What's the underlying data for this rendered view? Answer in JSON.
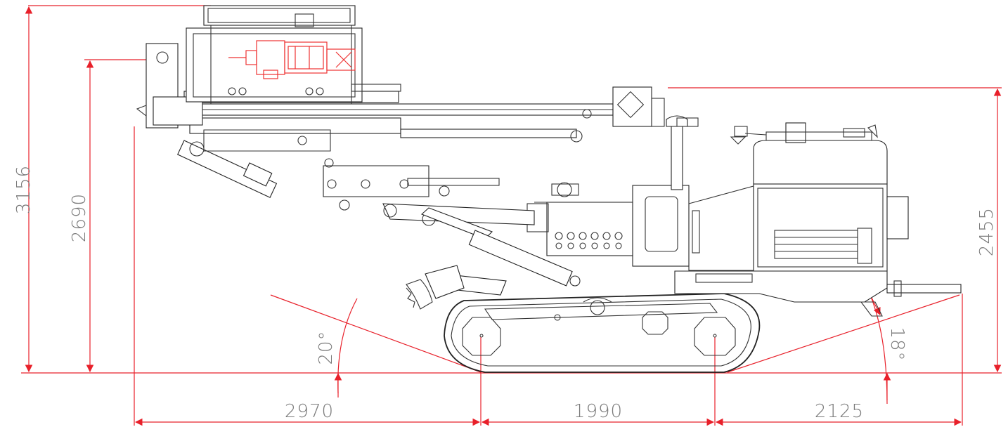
{
  "dimensions": {
    "overall_height": "3156",
    "mast_height": "2690",
    "body_height": "2455",
    "front_length": "2970",
    "track_length": "1990",
    "rear_length": "2125"
  },
  "angles": {
    "front_angle": "20°",
    "rear_angle": "18°"
  },
  "colors": {
    "dimension": "#e8202a",
    "machine": "#222222",
    "highlight": "#e33333",
    "label": "#7a7a7a"
  }
}
